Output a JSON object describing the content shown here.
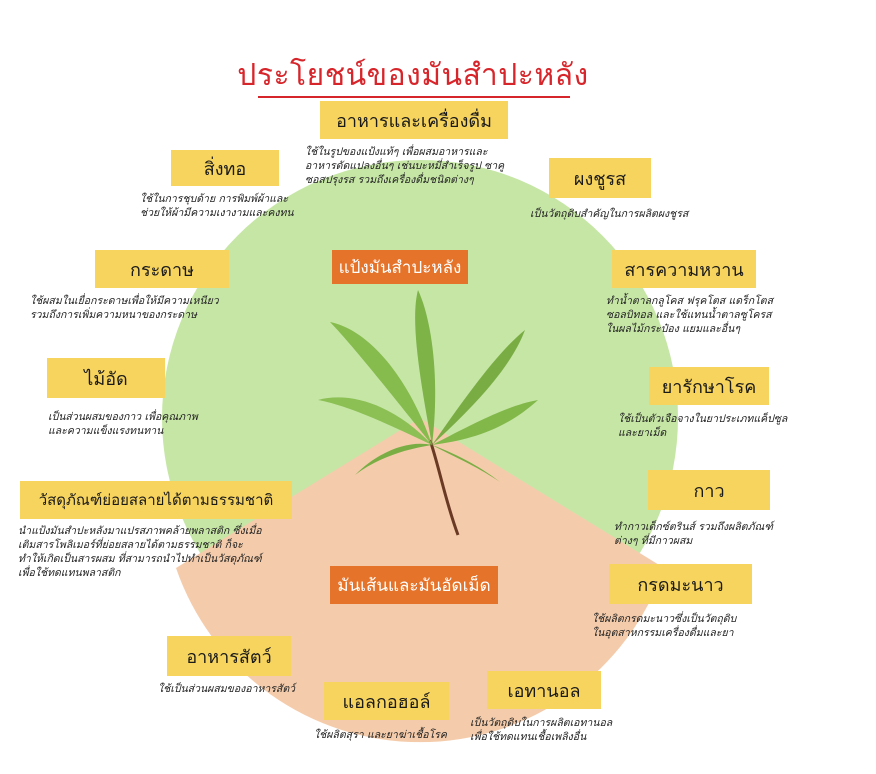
{
  "title": "ประโยชน์ของมันสำปะหลัง",
  "center_top": "แป้งมันสำปะหลัง",
  "center_bottom": "มันเส้นและมันอัดเม็ด",
  "colors": {
    "circle": "#c6e6a6",
    "wedge": "#f4ccab",
    "label": "#f7d45e",
    "center_box": "#e5732a",
    "title": "#d7262b"
  },
  "items": {
    "food": {
      "label": "อาหารและเครื่องดื่ม",
      "desc": "ใช้ในรูปของแป้งแท้ๆ เพื่อผสมอาหารและ\nอาหารดัดแปลงอื่นๆ เช่นบะหมี่สำเร็จรูป ซาคู\nซอสปรุงรส รวมถึงเครื่องดื่มชนิดต่างๆ"
    },
    "textile": {
      "label": "สิ่งทอ",
      "desc": "ใช้ในการชุบด้าย การพิมพ์ผ้าและ\nช่วยให้ผ้ามีความเงางามและคงทน"
    },
    "msg": {
      "label": "ผงชูรส",
      "desc": "เป็นวัตถุดิบสำคัญในการผลิตผงชูรส"
    },
    "paper": {
      "label": "กระดาษ",
      "desc": "ใช้ผสมในเยื่อกระดาษเพื่อให้มีความเหนียว\nรวมถึงการเพิ่มความหนาของกระดาษ"
    },
    "sweetener": {
      "label": "สารความหวาน",
      "desc": "ทำน้ำตาลกลูโคส ฟรุคโตส แดร็กโตส\nซอลบิทอล และใช้แทนน้ำตาลซูโครส\nในผลไม้กระป๋อง แยมและอื่นๆ"
    },
    "plywood": {
      "label": "ไม้อัด",
      "desc": "เป็นส่วนผสมของกาว เพื่อคุณภาพ\nและความแข็งแรงทนทาน"
    },
    "medicine": {
      "label": "ยารักษาโรค",
      "desc": "ใช้เป็นตัวเจือจางในยาประเภทแค็ปซูล\nและยาเม็ด"
    },
    "glue": {
      "label": "กาว",
      "desc": "ทำกาวเด็กซ์ตรินส์ รวมถึงผลิตภัณฑ์\nต่างๆ ที่มีกาวผสม"
    },
    "bio": {
      "label": "วัสดุภัณฑ์ย่อยสลายได้ตามธรรมชาติ",
      "desc": "นำแป้งมันสำปะหลังมาแปรสภาพคล้ายพลาสติก ซึ่งเมื่อ\nเติมสารโพลิเมอร์ที่ย่อยสลายได้ตามธรรมชาติ ก็จะ\nทำให้เกิดเป็นสารผสม ที่สามารถนำไปทำเป็นวัสดุภัณฑ์\nเพื่อใช้ทดแทนพลาสติก"
    },
    "citric": {
      "label": "กรดมะนาว",
      "desc": "ใช้ผลิตกรดมะนาวซึ่งเป็นวัตถุดิบ\nในอุตสาหกรรมเครื่องดื่มและยา"
    },
    "feed": {
      "label": "อาหารสัตว์",
      "desc": "ใช้เป็นส่วนผสมของอาหารสัตว์"
    },
    "alcohol": {
      "label": "แอลกอฮอล์",
      "desc": "ใช้ผลิตสุรา และยาฆ่าเชื้อโรค"
    },
    "ethanol": {
      "label": "เอทานอล",
      "desc": "เป็นวัตถุดิบในการผลิตเอทานอล\nเพื่อใช้ทดแทนเชื้อเพลิงอื่น"
    }
  }
}
